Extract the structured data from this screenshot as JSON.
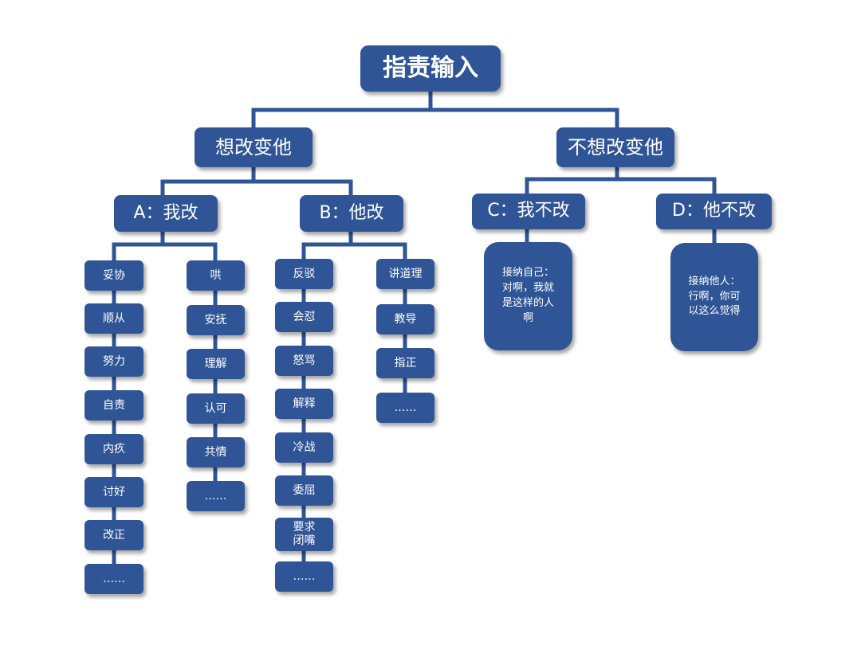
{
  "root": "指责输入",
  "want_change": "想改变他",
  "not_want_change": "不想改变他",
  "branch_a": {
    "title": "A：我改",
    "left": [
      "妥协",
      "顺从",
      "努力",
      "自责",
      "内疚",
      "讨好",
      "改正",
      "……"
    ],
    "right": [
      "哄",
      "安抚",
      "理解",
      "认可",
      "共情",
      "……"
    ]
  },
  "branch_b": {
    "title": "B：他改",
    "left": [
      "反驳",
      "会怼",
      "怒骂",
      "解释",
      "冷战",
      "委屈",
      "要求\n闭嘴",
      "……"
    ],
    "right": [
      "讲道理",
      "教导",
      "指正",
      "……"
    ]
  },
  "branch_c": {
    "title": "C：我不改",
    "note": "接纳自己：\n对啊，我就\n是这样的人\n啊"
  },
  "branch_d": {
    "title": "D：他不改",
    "note": "接纳他人：\n行啊，你可\n以这么觉得"
  },
  "colors": {
    "node_fill": "#2f5597",
    "connector": "#2f5597",
    "text": "#ffffff"
  }
}
